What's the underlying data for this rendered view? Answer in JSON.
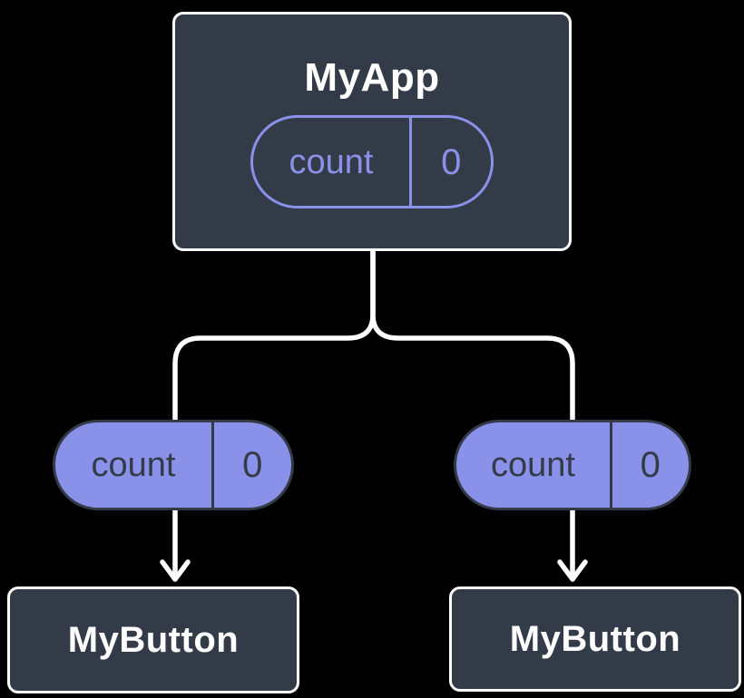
{
  "diagram": {
    "description": "Component tree passing state down as props",
    "root": {
      "name": "MyApp",
      "state": {
        "label": "count",
        "value": "0"
      }
    },
    "children": [
      {
        "name": "MyButton",
        "prop": {
          "label": "count",
          "value": "0"
        }
      },
      {
        "name": "MyButton",
        "prop": {
          "label": "count",
          "value": "0"
        }
      }
    ]
  },
  "colors": {
    "background": "#000000",
    "node_fill": "#343B48",
    "node_border": "#FFFFFF",
    "node_text": "#FFFFFF",
    "accent_purple": "#8A91E8",
    "pill_dark_text": "#343B48",
    "connector_line": "#FFFFFF"
  }
}
